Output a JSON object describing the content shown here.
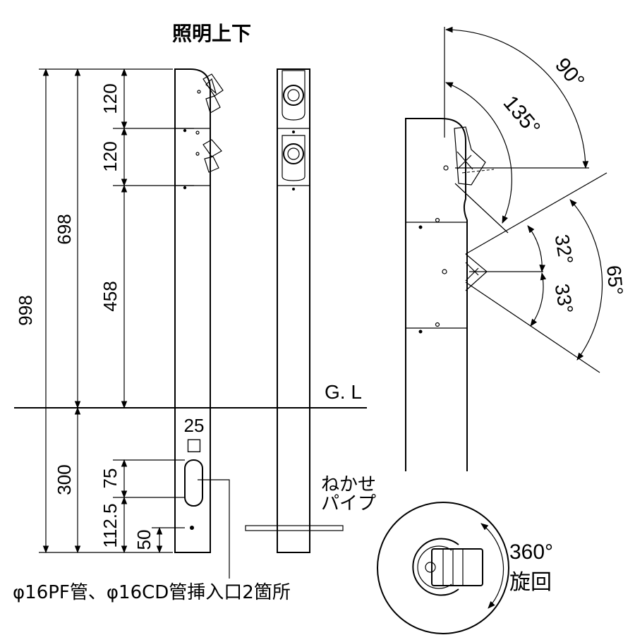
{
  "title": "照明上下",
  "dimensions": {
    "total": "998",
    "above_ground": "698",
    "seg_top": "120",
    "seg_mid": "120",
    "seg_lower": "458",
    "below_ground": "300",
    "slot_length": "75",
    "slot_offset": "112.5",
    "bottom_offset": "50",
    "slot_width": "25",
    "square_mark": "□"
  },
  "labels": {
    "ground_line": "G. L",
    "anchor_pipe_line1": "ねかせ",
    "anchor_pipe_line2": "パイプ",
    "conduit_note": "φ16PF管、φ16CD管挿入口2箇所",
    "rotation_value": "360°",
    "rotation_label": "旋回"
  },
  "angles": {
    "upper_inner": "135°",
    "upper_outer": "90°",
    "lower_up": "32°",
    "lower_down": "33°",
    "lower_total": "65°"
  }
}
